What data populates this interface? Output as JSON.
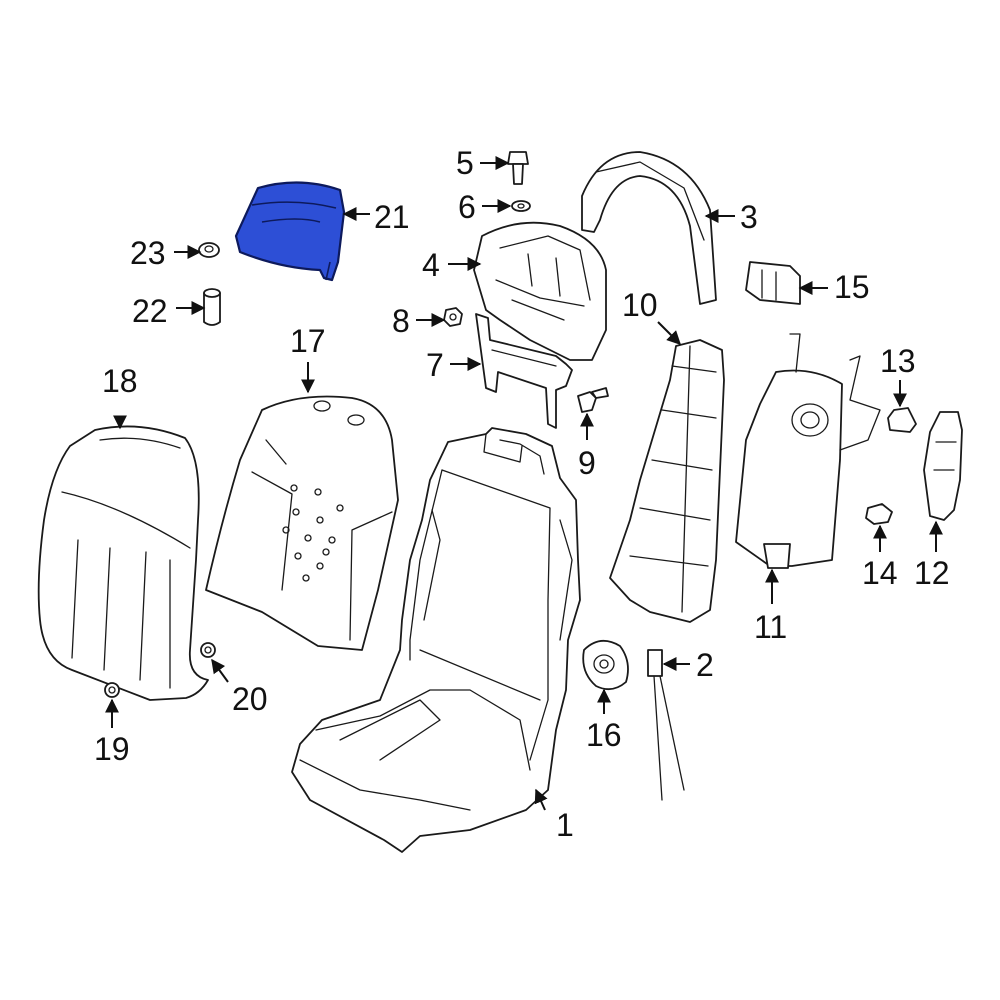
{
  "diagram": {
    "highlighted_part": "21",
    "highlight_color": "#2d4fd6",
    "line_color": "#1a1a1a",
    "callouts": {
      "c1": "1",
      "c2": "2",
      "c3": "3",
      "c4": "4",
      "c5": "5",
      "c6": "6",
      "c7": "7",
      "c8": "8",
      "c9": "9",
      "c10": "10",
      "c11": "11",
      "c12": "12",
      "c13": "13",
      "c14": "14",
      "c15": "15",
      "c16": "16",
      "c17": "17",
      "c18": "18",
      "c19": "19",
      "c20": "20",
      "c21": "21",
      "c22": "22",
      "c23": "23"
    }
  }
}
